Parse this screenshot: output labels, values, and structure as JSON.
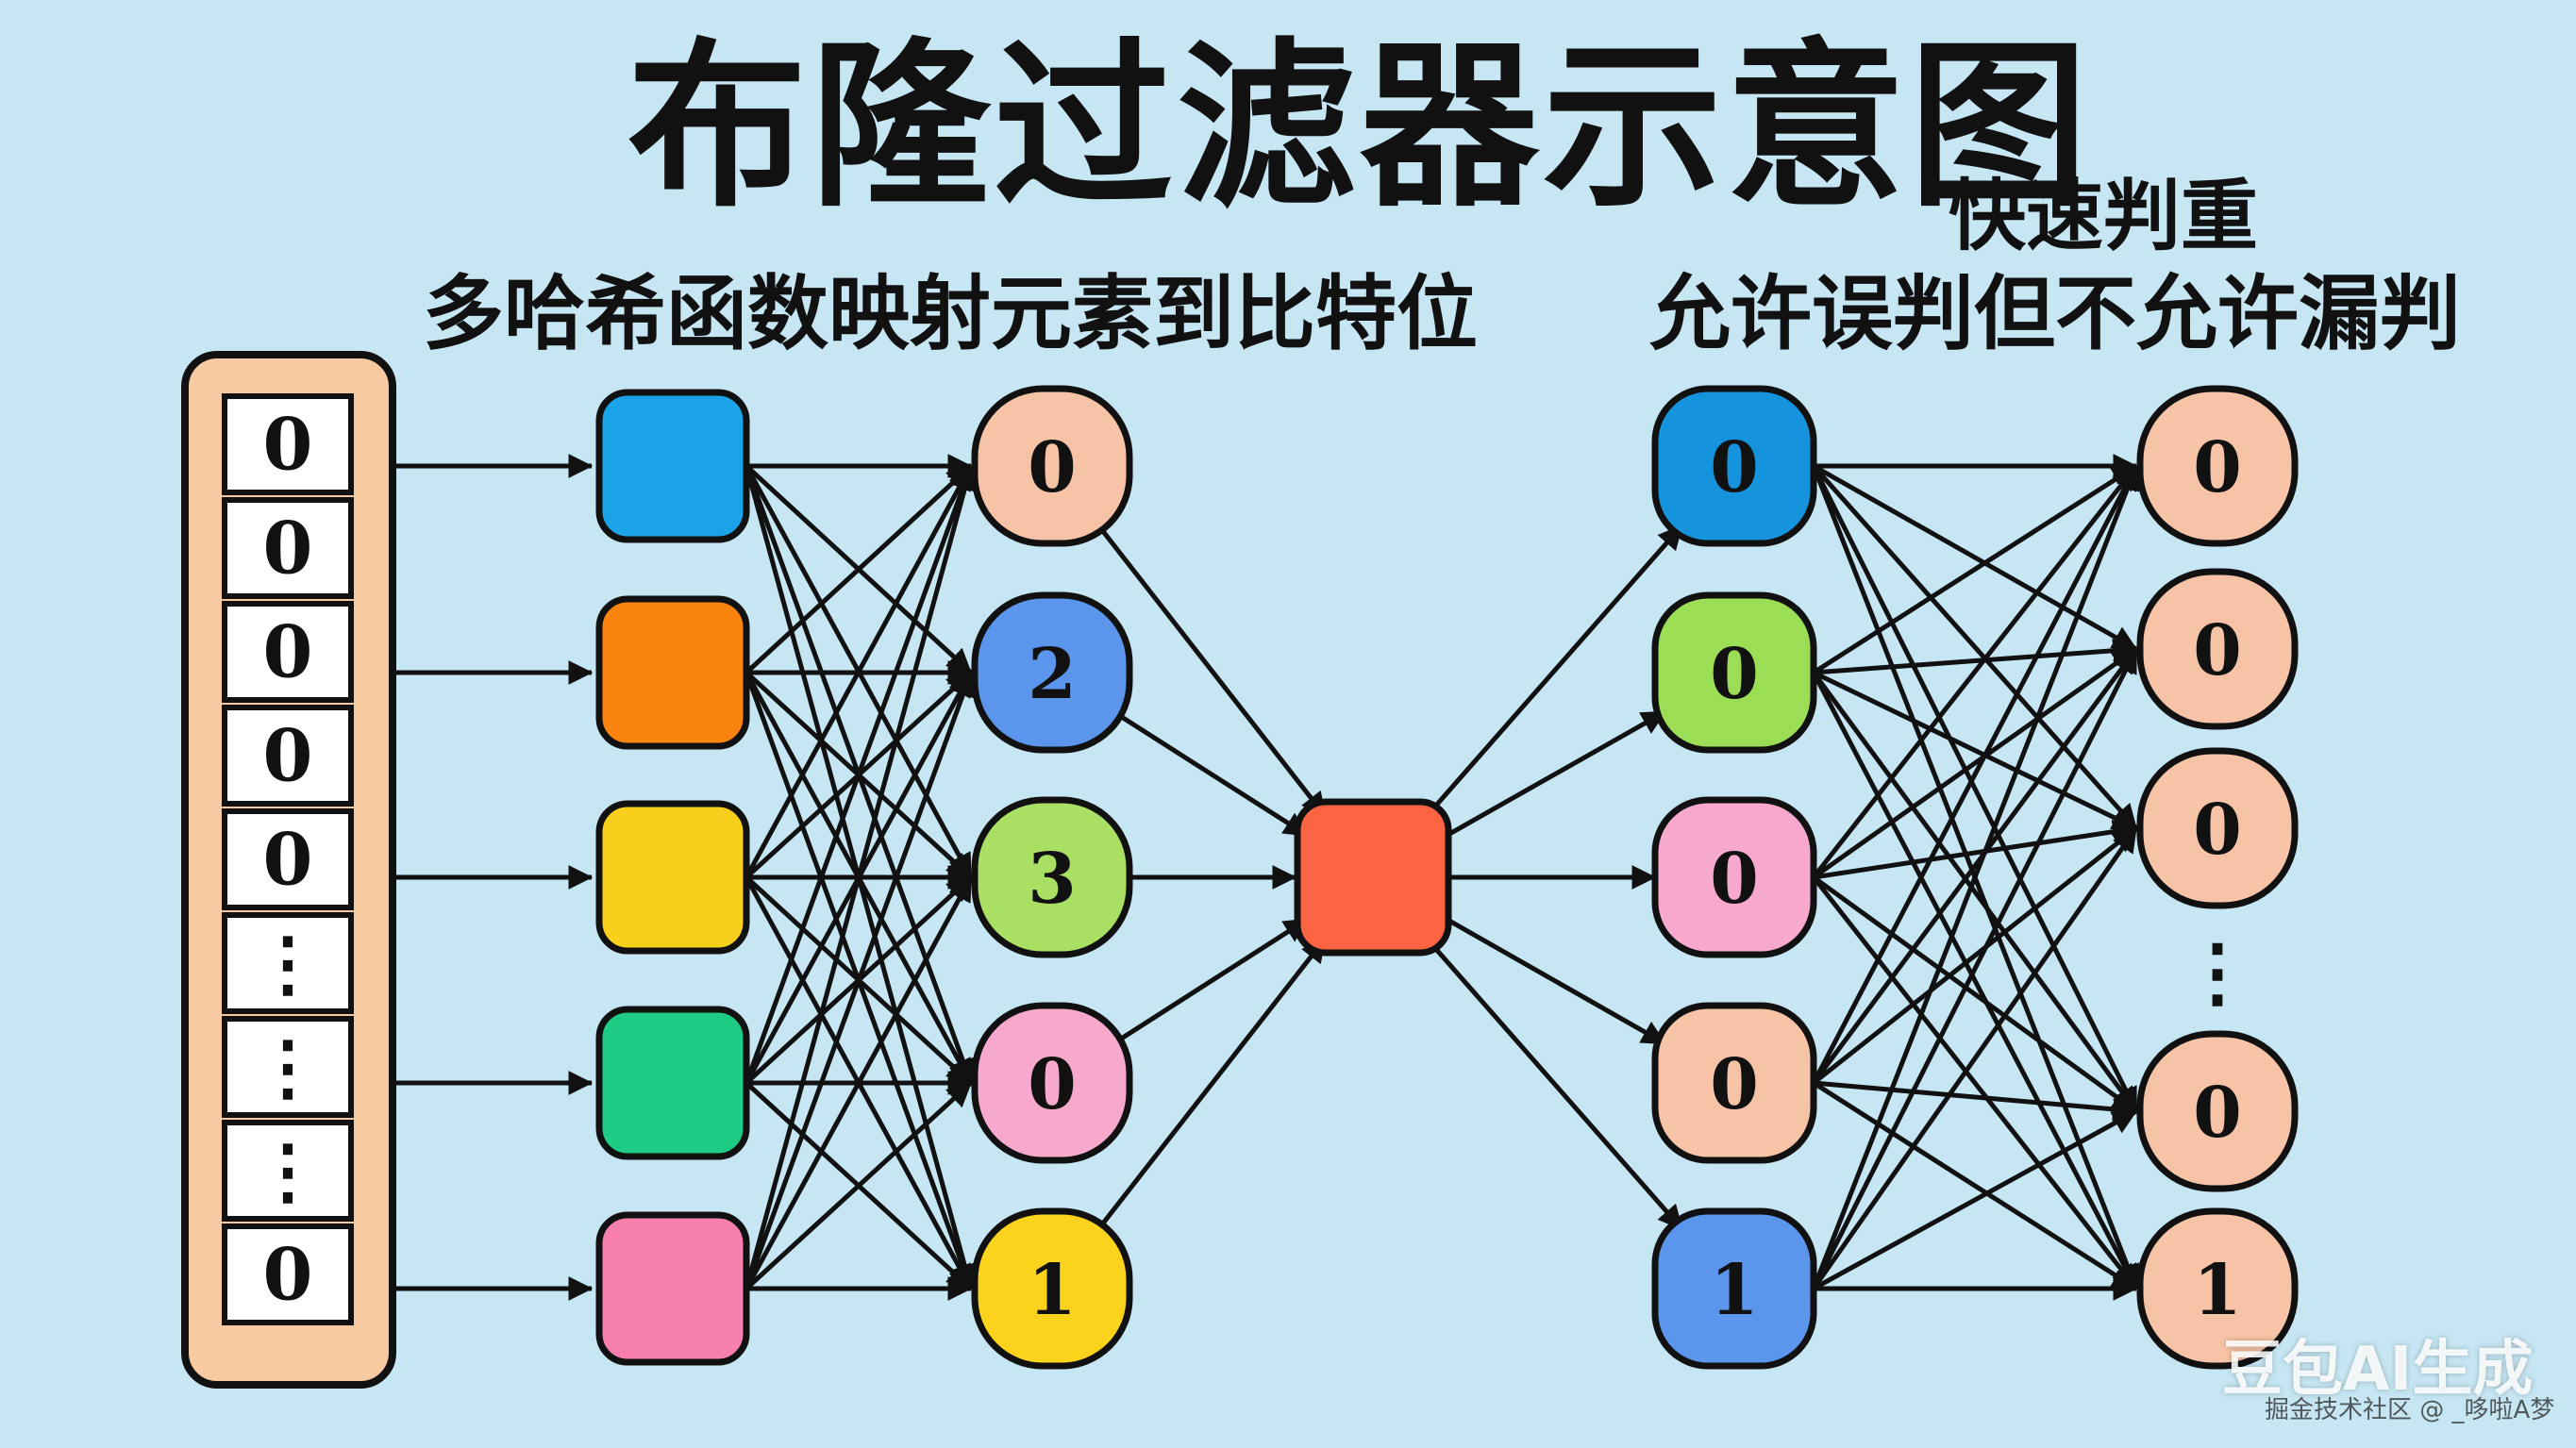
{
  "title": "布隆过滤器示意图",
  "title_tag": "快速判重",
  "subtitle_left": "多哈希函数映射元素到比特位",
  "subtitle_right": "允许误判但不允许漏判",
  "bit_array": [
    "0",
    "0",
    "0",
    "0",
    "0",
    "⋮",
    "⋮",
    "⋮",
    "0"
  ],
  "hash_colors": [
    "#1aa3e6",
    "#fb8411",
    "#f8cf1d",
    "#1fcc86",
    "#f77fae"
  ],
  "counters": [
    {
      "label": "0",
      "color": "#f7c3a6"
    },
    {
      "label": "2",
      "color": "#5b95ec"
    },
    {
      "label": "3",
      "color": "#a9e064"
    },
    {
      "label": "0",
      "color": "#f6a9cd"
    },
    {
      "label": "1",
      "color": "#fbd21c"
    }
  ],
  "center_color": "#fb6443",
  "right_nodes": [
    {
      "label": "0",
      "color": "#1593dc"
    },
    {
      "label": "0",
      "color": "#9bde56"
    },
    {
      "label": "0",
      "color": "#f6a9cd"
    },
    {
      "label": "0",
      "color": "#f7c3a6"
    },
    {
      "label": "1",
      "color": "#5b95ec"
    }
  ],
  "output_nodes": [
    {
      "label": "0",
      "color": "#f7c3a6"
    },
    {
      "label": "0",
      "color": "#f7c3a6"
    },
    {
      "label": "0",
      "color": "#f7c3a6"
    },
    {
      "label": "0",
      "color": "#f7c3a6"
    },
    {
      "label": "1",
      "color": "#f7c3a6"
    }
  ],
  "output_ellipsis": "⋮",
  "watermark": {
    "logo": "豆包AI生成",
    "line": "掘金技术社区 @ _哆啦A梦"
  }
}
